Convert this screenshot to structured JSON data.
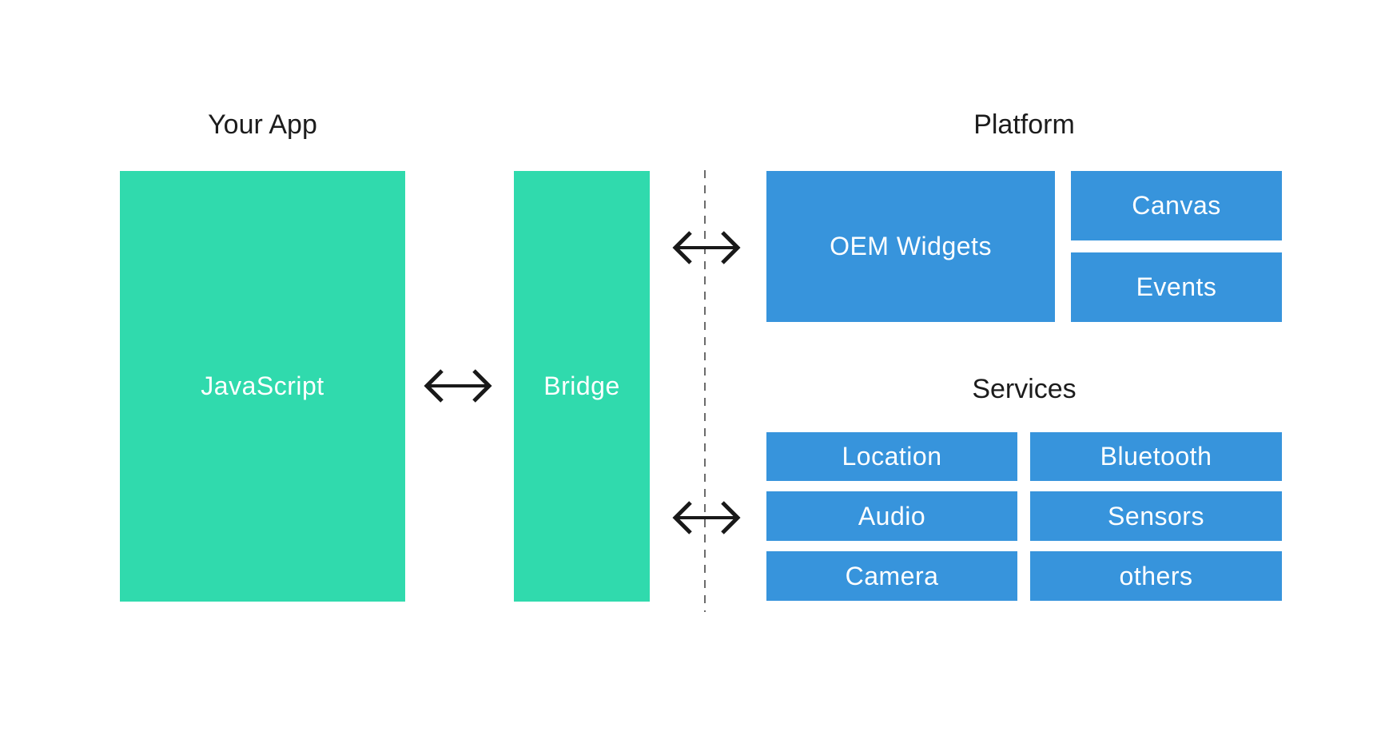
{
  "diagram": {
    "headings": {
      "your_app": "Your App",
      "platform": "Platform",
      "services": "Services"
    },
    "nodes": {
      "javascript": "JavaScript",
      "bridge": "Bridge",
      "oem_widgets": "OEM Widgets",
      "canvas": "Canvas",
      "events": "Events",
      "location": "Location",
      "bluetooth": "Bluetooth",
      "audio": "Audio",
      "sensors": "Sensors",
      "camera": "Camera",
      "others": "others"
    },
    "colors": {
      "background": "#ffffff",
      "teal_box": "#30DAAD",
      "blue_box": "#3794DC",
      "box_text": "#ffffff",
      "heading_text": "#1c1c1c",
      "arrow": "#191919",
      "divider": "#6b6b6b"
    }
  }
}
